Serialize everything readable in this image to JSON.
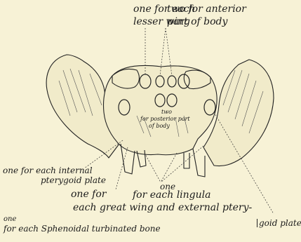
{
  "labels": {
    "lesser_wing_1": "one for each",
    "lesser_wing_2": "lesser wing",
    "anterior_1": "two for anterior",
    "anterior_2": "part of body",
    "posterior_1": "two",
    "posterior_2": "for posterior part",
    "posterior_3": "of body",
    "internal_pterygoid_1": "one for each internal",
    "internal_pterygoid_2": "pterygoid plate",
    "one_for": "one for",
    "one": "one",
    "lingula": "for each lingula",
    "great_wing": "each great wing and external ptery-",
    "goid_plate": "goid plate",
    "turbinated_one": "one",
    "turbinated": "for each Sphenoidal turbinated bone"
  }
}
